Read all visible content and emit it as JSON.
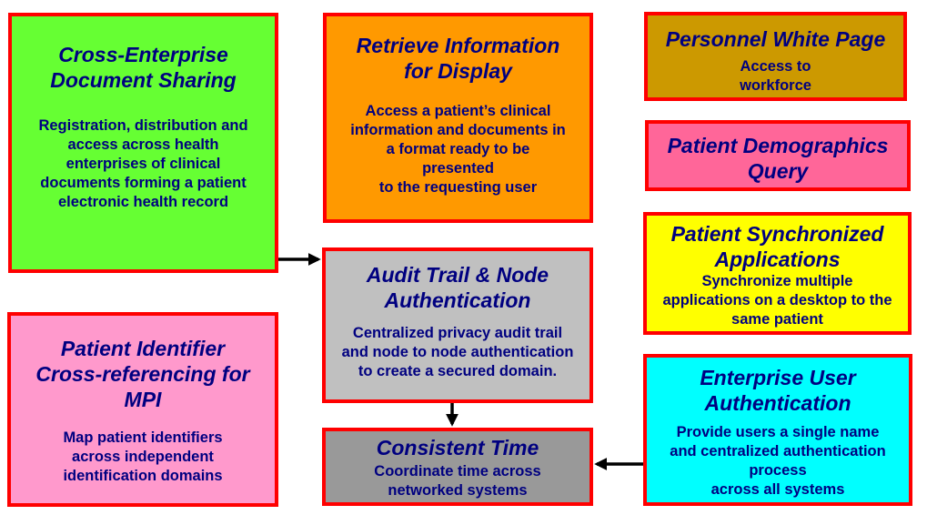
{
  "colors": {
    "border": "#ff0000",
    "text": "#000080",
    "xds_fill": "#66ff33",
    "rid_fill": "#ff9900",
    "pwp_fill": "#cc9900",
    "pdq_fill": "#ff6699",
    "psa_fill": "#ffff00",
    "atna_fill": "#c0c0c0",
    "pix_fill": "#ff99cc",
    "eua_fill": "#00ffff",
    "ct_fill": "#999999",
    "arrow": "#000000"
  },
  "boxes": {
    "xds": {
      "title": "Cross-Enterprise\nDocument Sharing",
      "desc": "Registration, distribution and\naccess across health\nenterprises of clinical\ndocuments forming a patient\nelectronic health record"
    },
    "rid": {
      "title": "Retrieve Information\nfor Display",
      "desc": "Access a patient’s clinical\ninformation and documents in\na format ready to be\npresented\nto the requesting user"
    },
    "pwp": {
      "title": "Personnel White Page",
      "desc": "Access to\nworkforce"
    },
    "pdq": {
      "title": "Patient Demographics\nQuery"
    },
    "psa": {
      "title": "Patient Synchronized\nApplications",
      "desc": "Synchronize multiple\napplications on a desktop to the\nsame patient"
    },
    "atna": {
      "title": "Audit Trail & Node\nAuthentication",
      "desc": "Centralized privacy audit trail\nand node to node authentication\nto create a secured domain."
    },
    "pix": {
      "title": "Patient Identifier\nCross-referencing for\nMPI",
      "desc": "Map patient identifiers\nacross independent\nidentification domains"
    },
    "eua": {
      "title": "Enterprise User\nAuthentication",
      "desc": "Provide users a single name\nand centralized authentication\nprocess\nacross all systems"
    },
    "ct": {
      "title": "Consistent Time",
      "desc": "Coordinate time across\nnetworked systems"
    }
  }
}
